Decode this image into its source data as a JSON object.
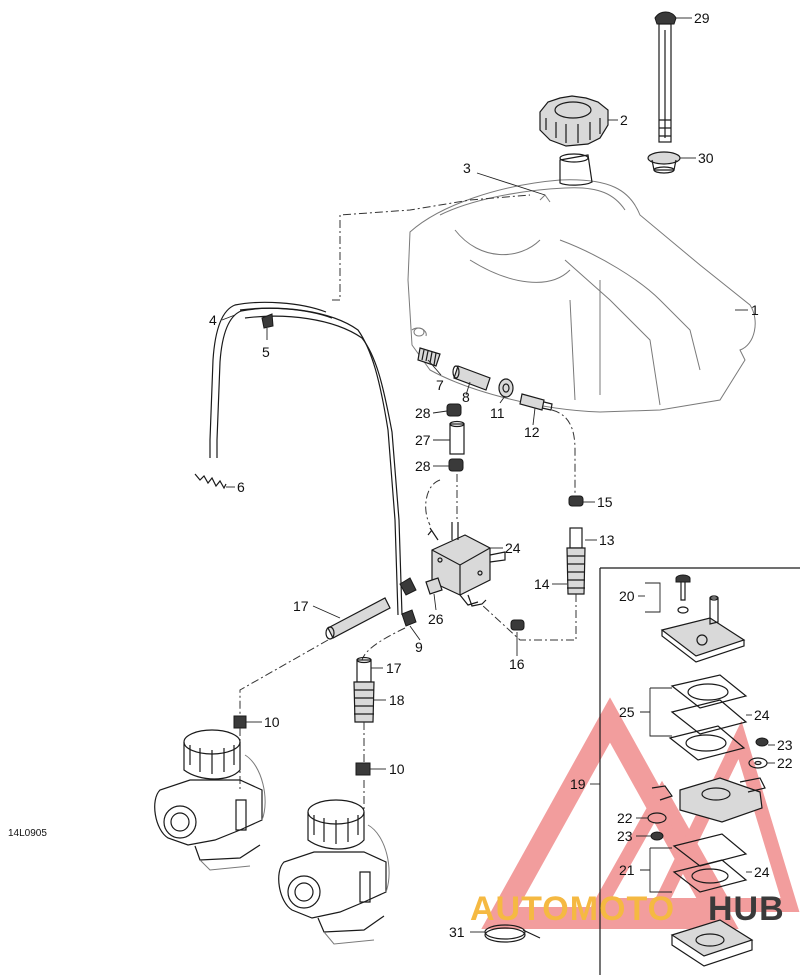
{
  "drawing_code": "14L0905",
  "callouts": [
    {
      "id": "c29",
      "label": "29"
    },
    {
      "id": "c2",
      "label": "2"
    },
    {
      "id": "c30",
      "label": "30"
    },
    {
      "id": "c3",
      "label": "3"
    },
    {
      "id": "c1",
      "label": "1"
    },
    {
      "id": "c4",
      "label": "4"
    },
    {
      "id": "c5",
      "label": "5"
    },
    {
      "id": "c7",
      "label": "7"
    },
    {
      "id": "c8",
      "label": "8"
    },
    {
      "id": "c11",
      "label": "11"
    },
    {
      "id": "c12",
      "label": "12"
    },
    {
      "id": "c28a",
      "label": "28"
    },
    {
      "id": "c27",
      "label": "27"
    },
    {
      "id": "c28b",
      "label": "28"
    },
    {
      "id": "c6",
      "label": "6"
    },
    {
      "id": "c15",
      "label": "15"
    },
    {
      "id": "c24a",
      "label": "24"
    },
    {
      "id": "c13",
      "label": "13"
    },
    {
      "id": "c14",
      "label": "14"
    },
    {
      "id": "c17a",
      "label": "17"
    },
    {
      "id": "c26",
      "label": "26"
    },
    {
      "id": "c9",
      "label": "9"
    },
    {
      "id": "c16",
      "label": "16"
    },
    {
      "id": "c20",
      "label": "20"
    },
    {
      "id": "c17b",
      "label": "17"
    },
    {
      "id": "c18",
      "label": "18"
    },
    {
      "id": "c25",
      "label": "25"
    },
    {
      "id": "c24b",
      "label": "24"
    },
    {
      "id": "c10a",
      "label": "10"
    },
    {
      "id": "c23a",
      "label": "23"
    },
    {
      "id": "c22a",
      "label": "22"
    },
    {
      "id": "c10b",
      "label": "10"
    },
    {
      "id": "c19",
      "label": "19"
    },
    {
      "id": "c22b",
      "label": "22"
    },
    {
      "id": "c23b",
      "label": "23"
    },
    {
      "id": "c21",
      "label": "21"
    },
    {
      "id": "c24c",
      "label": "24"
    },
    {
      "id": "c31",
      "label": "31"
    }
  ],
  "watermark": {
    "text_left": "AUTOMOTO",
    "text_right": "HUB",
    "color_primary": "#f08c8c",
    "color_accent": "#f5b942",
    "color_dark": "#3a3a3a"
  }
}
